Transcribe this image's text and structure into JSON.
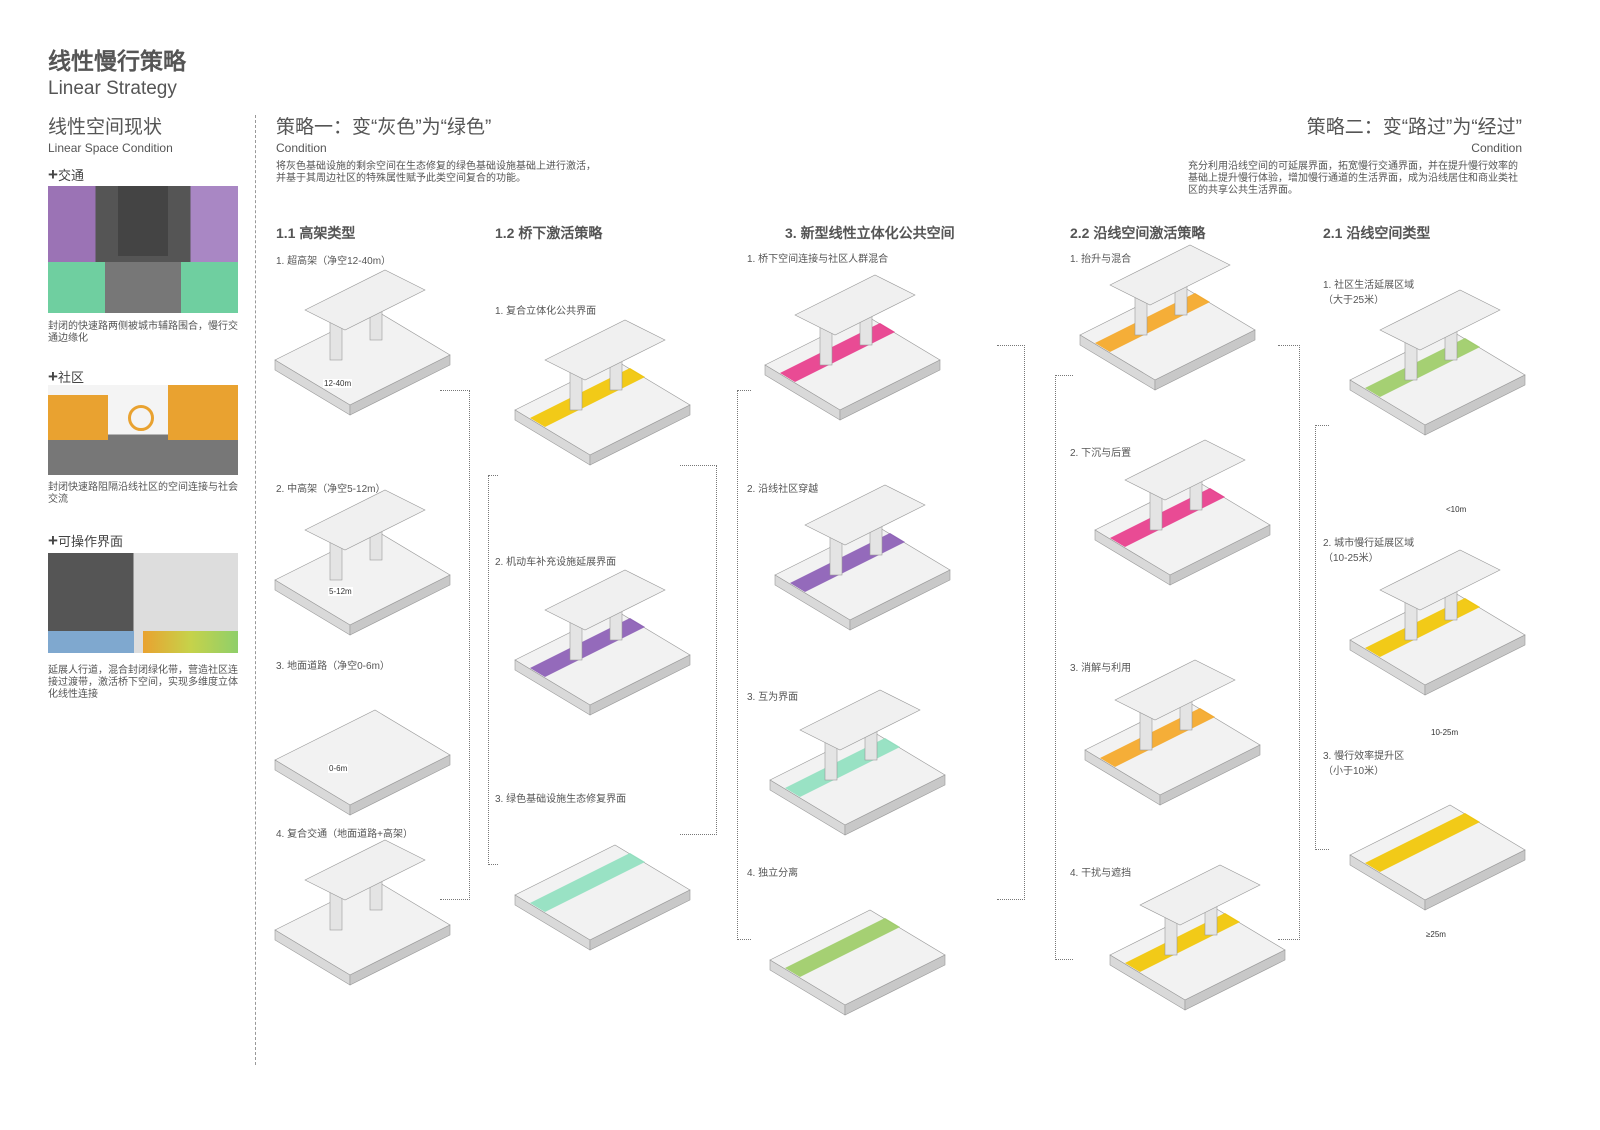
{
  "header": {
    "title": "线性慢行策略",
    "subtitle": "Linear Strategy"
  },
  "left": {
    "heading": "线性空间现状",
    "heading_en": "Linear Space Condition",
    "items": [
      {
        "label": "交通",
        "caption": "封闭的快速路两侧被城市辅路围合，慢行交通边缘化"
      },
      {
        "label": "社区",
        "caption": "封闭快速路阻隔沿线社区的空间连接与社会交流"
      },
      {
        "label": "可操作界面",
        "caption": "延展人行道，混合封闭绿化带，营造社区连接过渡带，激活桥下空间，实现多维度立体化线性连接"
      }
    ]
  },
  "strategy1": {
    "title": "策略一：变“灰色”为“绿色”",
    "en": "Condition",
    "desc": "将灰色基础设施的剩余空间在生态修复的绿色基础设施基础上进行激活，并基于其周边社区的特殊属性赋予此类空间复合的功能。"
  },
  "strategy2": {
    "title": "策略二：变“路过”为“经过”",
    "en": "Condition",
    "desc": "充分利用沿线空间的可延展界面，拓宽慢行交通界面，并在提升慢行效率的基础上提升慢行体验，增加慢行通道的生活界面，成为沿线居住和商业类社区的共享公共生活界面。"
  },
  "columns": [
    {
      "title": "1.1 高架类型",
      "items": [
        "1. 超高架（净空12-40m）",
        "2. 中高架（净空5-12m）",
        "3. 地面道路（净空0-6m）",
        "4. 复合交通（地面道路+高架）"
      ],
      "dims": [
        "12-40m",
        "5-12m",
        "0-6m"
      ]
    },
    {
      "title": "1.2 桥下激活策略",
      "items": [
        "1. 复合立体化公共界面",
        "2. 机动车补充设施延展界面",
        "3. 绿色基础设施生态修复界面"
      ]
    },
    {
      "title": "3. 新型线性立体化公共空间",
      "items": [
        "1. 桥下空间连接与社区人群混合",
        "2. 沿线社区穿越",
        "3. 互为界面",
        "4. 独立分离"
      ]
    },
    {
      "title": "2.2 沿线空间激活策略",
      "items": [
        "1. 抬升与混合",
        "2. 下沉与后置",
        "3. 消解与利用",
        "4. 干扰与遮挡"
      ]
    },
    {
      "title": "2.1 沿线空间类型",
      "items": [
        "1. 社区生活延展区域（大于25米）",
        "2. 城市慢行延展区域（10-25米）",
        "3. 慢行效率提升区（小于10米）"
      ],
      "dims": [
        "<10m",
        "10-25m",
        "≥25m"
      ]
    }
  ],
  "colors": {
    "yellow": "#f2c500",
    "magenta": "#e8388a",
    "purple": "#8a5bb5",
    "green": "#9ccc65",
    "mint": "#8fe0bf",
    "orange": "#f5a623",
    "gray": "#e6e6e6"
  }
}
